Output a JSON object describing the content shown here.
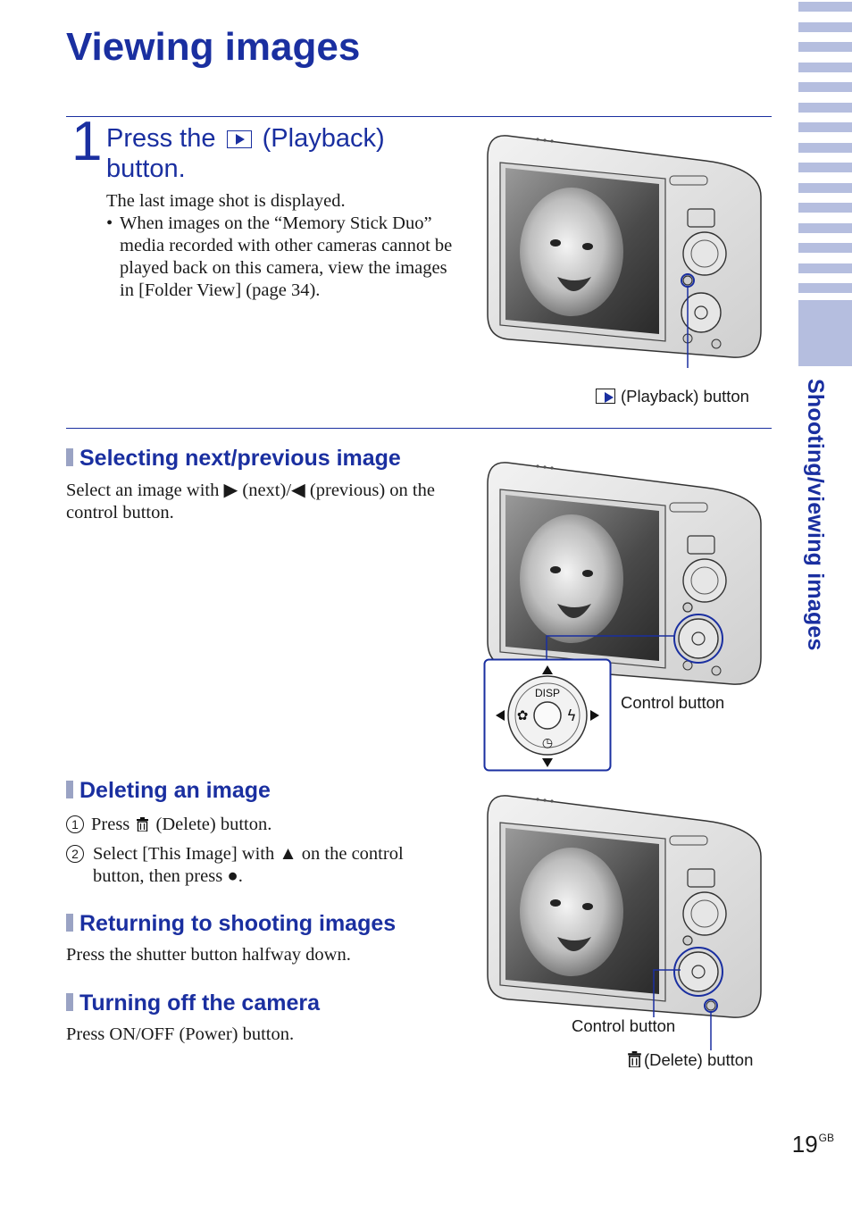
{
  "page": {
    "title": "Viewing images",
    "side_tab": "Shooting/viewing images",
    "page_number": "19",
    "page_suffix": "GB"
  },
  "step1": {
    "number": "1",
    "title_pre": "Press the",
    "title_post": "(Playback)",
    "title_line2": "button.",
    "icon": "playback-icon",
    "lead": "The last image shot is displayed.",
    "bullet": "When images on the “Memory Stick Duo” media recorded with other cameras cannot be played back on this camera, view the images in [Folder View] (page 34).",
    "callout": "(Playback) button"
  },
  "sections": {
    "select": {
      "heading": "Selecting next/previous image",
      "text_pre": "Select an image with",
      "text_mid": "(next)/",
      "text_post": "(previous) on the control button.",
      "callout": "Control button",
      "dial_label": "DISP"
    },
    "delete": {
      "heading": "Deleting an image",
      "step1_num": "1",
      "step1_pre": "Press",
      "step1_post": "(Delete) button.",
      "step2_num": "2",
      "step2_pre": "Select [This Image] with",
      "step2_mid": "on the control button, then press",
      "step2_post": ".",
      "callout_control": "Control button",
      "callout_delete": "(Delete) button"
    },
    "return": {
      "heading": "Returning to shooting images",
      "text": "Press the shutter button halfway down."
    },
    "off": {
      "heading": "Turning off the camera",
      "text": "Press ON/OFF (Power) button."
    }
  },
  "colors": {
    "accent": "#1a2fa0",
    "tab": "#b5bedf",
    "heading_mark": "#9aa3c4"
  }
}
